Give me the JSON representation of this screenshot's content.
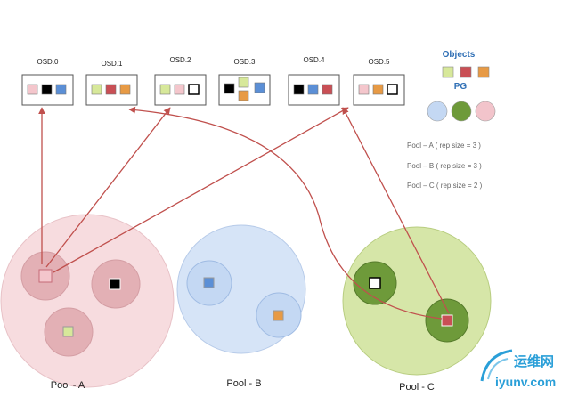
{
  "osds": [
    {
      "label": "OSD.0",
      "objects": [
        "pink",
        "black",
        "blue"
      ]
    },
    {
      "label": "OSD.1",
      "objects": [
        "green",
        "red",
        "orange"
      ]
    },
    {
      "label": "OSD.2",
      "objects": [
        "green",
        "pink",
        "white"
      ]
    },
    {
      "label": "OSD.3",
      "objects": [
        "black",
        "green",
        "blue",
        "orange"
      ]
    },
    {
      "label": "OSD.4",
      "objects": [
        "black",
        "blue",
        "red"
      ]
    },
    {
      "label": "OSD.5",
      "objects": [
        "pink",
        "orange",
        "white"
      ]
    }
  ],
  "legend": {
    "objects_title": "Objects",
    "pg_title": "PG",
    "object_colors": [
      "green",
      "red",
      "orange"
    ],
    "pg_colors": [
      "blue",
      "green",
      "pink"
    ],
    "pool_reps": [
      "Pool – A ( rep size = 3 )",
      "Pool – B ( rep size = 3 )",
      "Pool – C ( rep size = 2 )"
    ]
  },
  "pools": [
    {
      "label": "Pool - A",
      "color": "pink",
      "pgs": [
        {
          "object": "pink"
        },
        {
          "object": "black"
        },
        {
          "object": "green"
        }
      ]
    },
    {
      "label": "Pool - B",
      "color": "blue",
      "pgs": [
        {
          "object": "blue"
        },
        {
          "object": "orange"
        }
      ]
    },
    {
      "label": "Pool - C",
      "color": "green",
      "pgs": [
        {
          "object": "white"
        },
        {
          "object": "red"
        }
      ]
    }
  ],
  "palette": {
    "pink": "#f4c6cc",
    "black": "#000000",
    "blue": "#5b8fd6",
    "green": "#d7e89a",
    "red": "#c94f55",
    "orange": "#e79a45",
    "white": "#ffffff",
    "arrow": "#c0504d",
    "pool_pink_fill": "#f7dcdf",
    "pool_pink_pg": "#e3b0b5",
    "pool_blue_fill": "#d6e4f7",
    "pool_blue_pg": "#c4d8f3",
    "pool_green_fill": "#d6e6a8",
    "pool_green_pg": "#6e9a3a"
  },
  "watermark": {
    "cn": "运维网",
    "url": "iyunv.com"
  }
}
